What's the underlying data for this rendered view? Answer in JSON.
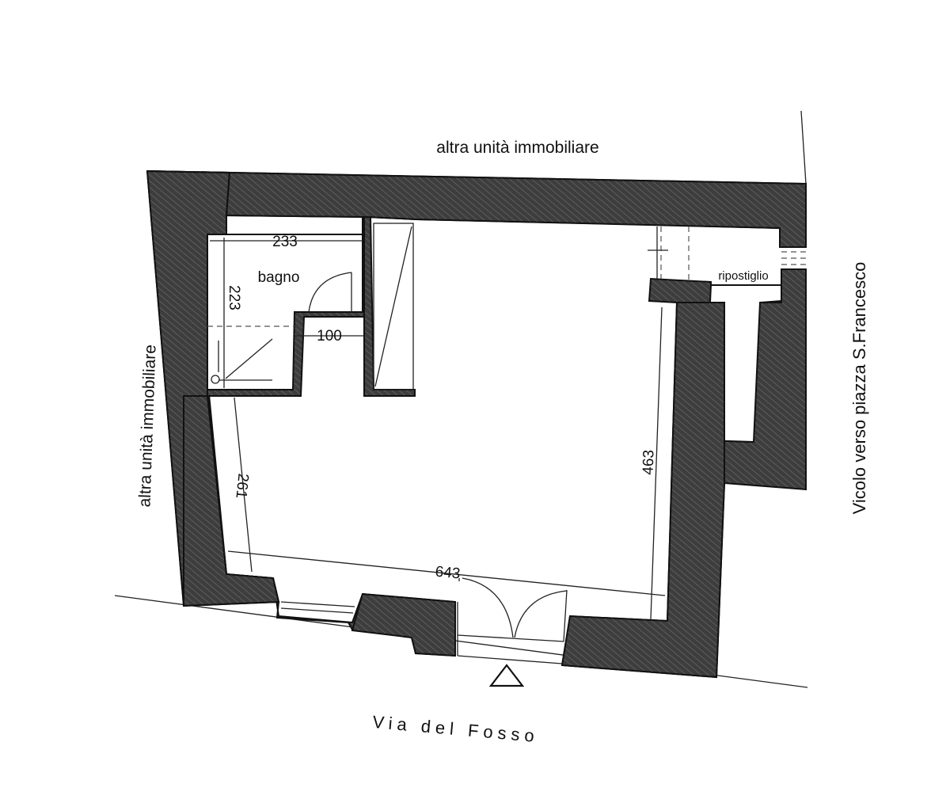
{
  "labels": {
    "top_neighbor": "altra unità immobiliare",
    "left_neighbor": "altra unità immobiliare",
    "right_street": "Vicolo verso piazza S.Francesco",
    "bottom_street": "Via del Fosso",
    "bathroom": "bagno",
    "storage": "ripostiglio"
  },
  "dimensions": {
    "bath_width": "233",
    "bath_depth": "223",
    "passage_width": "100",
    "left_wall_length": "261",
    "right_wall_length": "463",
    "front_length": "643"
  },
  "colors": {
    "wall_fill": "#4a4a4a",
    "line": "#111111"
  },
  "icons": {
    "entrance": "entrance-triangle-icon"
  }
}
